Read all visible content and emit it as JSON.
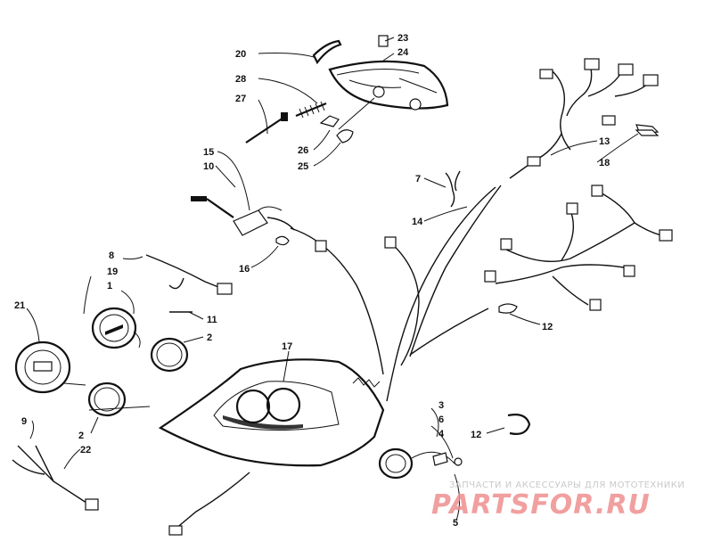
{
  "diagram": {
    "callouts": [
      {
        "id": "c1",
        "label": "1"
      },
      {
        "id": "c2a",
        "label": "2"
      },
      {
        "id": "c2b",
        "label": "2"
      },
      {
        "id": "c3",
        "label": "3"
      },
      {
        "id": "c4",
        "label": "4"
      },
      {
        "id": "c5",
        "label": "5"
      },
      {
        "id": "c6",
        "label": "6"
      },
      {
        "id": "c7",
        "label": "7"
      },
      {
        "id": "c8",
        "label": "8"
      },
      {
        "id": "c9",
        "label": "9"
      },
      {
        "id": "c10",
        "label": "10"
      },
      {
        "id": "c11",
        "label": "11"
      },
      {
        "id": "c12a",
        "label": "12"
      },
      {
        "id": "c12b",
        "label": "12"
      },
      {
        "id": "c13",
        "label": "13"
      },
      {
        "id": "c14",
        "label": "14"
      },
      {
        "id": "c15",
        "label": "15"
      },
      {
        "id": "c16",
        "label": "16"
      },
      {
        "id": "c17",
        "label": "17"
      },
      {
        "id": "c18",
        "label": "18"
      },
      {
        "id": "c19",
        "label": "19"
      },
      {
        "id": "c20",
        "label": "20"
      },
      {
        "id": "c21",
        "label": "21"
      },
      {
        "id": "c22",
        "label": "22"
      },
      {
        "id": "c23",
        "label": "23"
      },
      {
        "id": "c24",
        "label": "24"
      },
      {
        "id": "c25",
        "label": "25"
      },
      {
        "id": "c26",
        "label": "26"
      },
      {
        "id": "c27",
        "label": "27"
      },
      {
        "id": "c28",
        "label": "28"
      }
    ]
  },
  "watermark": {
    "tagline": "ЗАПЧАСТИ И АКСЕССУАРЫ ДЛЯ МОТОТЕХНИКИ",
    "brand": "PARTSFOR.RU",
    "color": "#e88a8a"
  }
}
